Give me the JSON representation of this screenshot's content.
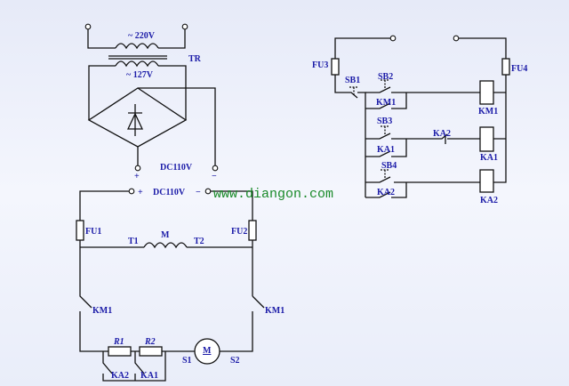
{
  "colors": {
    "label": "#1c1ca8",
    "watermark": "#1a8a2a",
    "wire": "#111111"
  },
  "watermark": "www.diangon.com",
  "transformer": {
    "primary": "~ 220V",
    "secondary": "~ 127V",
    "name": "TR"
  },
  "rectifier": {
    "output": "DC110V",
    "plus": "+",
    "minus": "−"
  },
  "power_circuit": {
    "supply": "DC110V",
    "plus": "+",
    "minus": "−",
    "fu1": "FU1",
    "fu2": "FU2",
    "t1": "T1",
    "t2": "T2",
    "field": "M",
    "km1_left": "KM1",
    "km1_right": "KM1",
    "r1": "R1",
    "r2": "R2",
    "motor": "M",
    "s1": "S1",
    "s2": "S2",
    "ka2": "KA2",
    "ka1": "KA1"
  },
  "control_circuit": {
    "fu3": "FU3",
    "fu4": "FU4",
    "sb1": "SB1",
    "sb2": "SB2",
    "km1_contact": "KM1",
    "km1_coil": "KM1",
    "sb3": "SB3",
    "ka2_nc": "KA2",
    "ka1_contact": "KA1",
    "ka1_coil": "KA1",
    "sb4": "SB4",
    "ka2_contact": "KA2",
    "ka2_coil": "KA2"
  }
}
